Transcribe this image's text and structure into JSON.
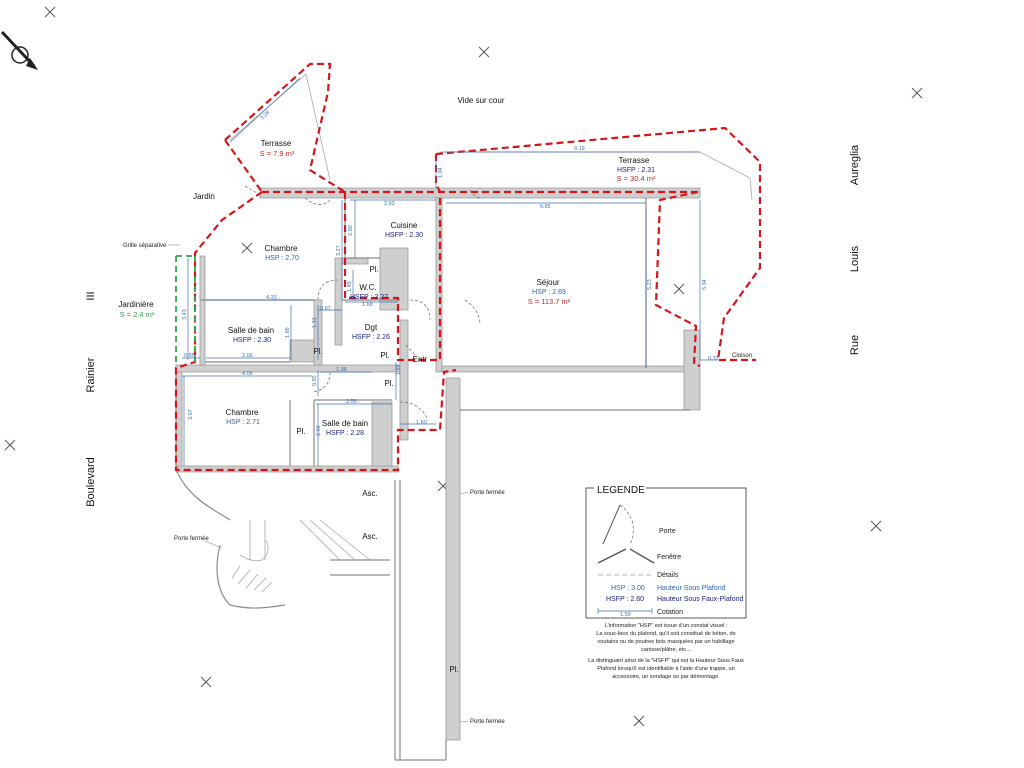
{
  "rooms": {
    "terrasse_small": {
      "name": "Terrasse",
      "area": "S = 7.9 m²"
    },
    "terrasse_large": {
      "name": "Terrasse",
      "hsfp": "HSFP : 2.31",
      "area": "S = 30.4 m²"
    },
    "vide": {
      "name": "Vide sur cour"
    },
    "jardin": {
      "name": "Jardin"
    },
    "chambre1": {
      "name": "Chambre",
      "hsp": "HSP : 2.70"
    },
    "cuisine": {
      "name": "Cuisine",
      "hsfp": "HSFP : 2.30"
    },
    "wc": {
      "name": "W.C.",
      "hsfp": "HSFP : 2.27"
    },
    "sejour": {
      "name": "Séjour",
      "hsp": "HSP : 2.69",
      "area": "S = 113.7 m²"
    },
    "jardiniere": {
      "name": "Jardinière",
      "area": "S = 2.4 m²"
    },
    "sdb1": {
      "name": "Salle de bain",
      "hsfp": "HSFP : 2.30"
    },
    "dgt": {
      "name": "Dgt",
      "hsfp": "HSFP : 2.26"
    },
    "entree": {
      "name": "Entr"
    },
    "chambre2": {
      "name": "Chambre",
      "hsp": "HSP : 2.71"
    },
    "sdb2": {
      "name": "Salle de bain",
      "hsfp": "HSFP : 2.28"
    },
    "asc1": {
      "name": "Asc."
    },
    "asc2": {
      "name": "Asc."
    }
  },
  "labels": {
    "grille": "Grille séparative",
    "cloison": "Cloison",
    "porte_fermee_1": "Porte fermée",
    "porte_fermee_2": "Porte fermée",
    "porte_fermee_3": "Porte fermée",
    "pl": "Pl."
  },
  "streets": {
    "boulevard": "Boulevard",
    "rainier": "Rainier",
    "iii": "III",
    "aureglia": "Aureglia",
    "louis": "Louis",
    "rue": "Rue"
  },
  "dimensions": {
    "d_328": "3.28",
    "d_919": "9.19",
    "d_104": "1.04",
    "d_293": "2.93",
    "d_685": "6.85",
    "d_327": "3.27",
    "d_200": "2.00",
    "d_149": "1.49",
    "d_433": "4.33",
    "d_097": "0.97",
    "d_168": "1.68",
    "d_343": "3.43",
    "d_186": "1.86",
    "d_131": "1.31",
    "d_266": "2.66",
    "d_055": "0.55",
    "d_406": "4.06",
    "d_095": "0.95",
    "d_136": "1.36",
    "d_307": "3.07",
    "d_155": "2.55",
    "d_206": "2.06",
    "d_160": "1.60",
    "d_523": "5.23",
    "d_534": "5.34",
    "d_033": "0.33",
    "d_192": "1.92"
  },
  "legend": {
    "title": "LEGENDE",
    "porte": "Porte",
    "fenetre": "Fenêtre",
    "details": "Détails",
    "hsp_value": "HSP : 3.00",
    "hsp_label": "Hauteur Sous Plafond",
    "hsfp_value": "HSFP : 2.60",
    "hsfp_label": "Hauteur Sous Faux-Plafond",
    "cotation_value": "1.59",
    "cotation_label": "Cotation",
    "note_lines": [
      "L'information \"HSP\" est issue d'un constat visuel :",
      "La sous-face du plafond, qu'il soit constitué de béton, de",
      "voutains ou de poutres bois masquées par un habillage",
      "canisse/plâtre, etc...",
      "La distinguant ainsi de la \"HSFP\" qui est la Hauteur Sous Faux",
      "Plafond lorsqu'il est identifiable à l'aide d'une trappe, un",
      "accessoire, un sondage ou par démontage."
    ]
  }
}
